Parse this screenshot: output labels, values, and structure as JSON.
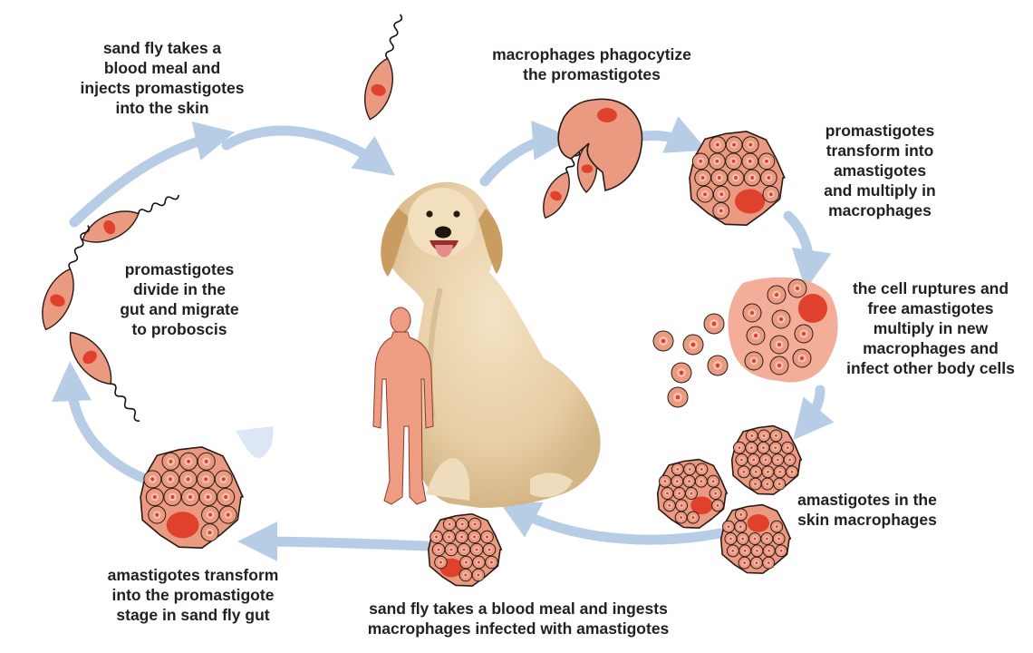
{
  "colors": {
    "arrow": "#b7cde6",
    "cell": "#eb9a82",
    "cell_stroke": "#2a1a14",
    "nucleus": "#e0412c",
    "ruptured_cell": "#f3ad98",
    "fly_body": "#f2b091",
    "fly_wing": "#f7c9b3",
    "human": "#ee9d82",
    "dog_fur": "#e9d2ad",
    "dog_shadow": "#d2b487",
    "label_text": "#231f20"
  },
  "icons": {
    "sand_fly": "sand-fly-icon",
    "promastigote": "promastigote-icon",
    "macrophage": "macrophage-icon",
    "amastigote": "amastigote-icon",
    "dog": "dog-illustration",
    "human": "human-silhouette-icon"
  },
  "labels": {
    "fly_meal_inject": [
      "sand fly takes a",
      "blood meal and",
      "injects promastigotes",
      "into the skin"
    ],
    "phagocytize": [
      "macrophages phagocytize",
      "the promastigotes"
    ],
    "transform_multiply": [
      "promastigotes",
      "transform into",
      "amastigotes",
      "and multiply in",
      "macrophages"
    ],
    "rupture": [
      "the cell ruptures and",
      "free amastigotes",
      "multiply in new",
      "macrophages and",
      "infect other body cells"
    ],
    "skin_macrophages": [
      "amastigotes in the",
      "skin macrophages"
    ],
    "fly_meal_ingest": [
      "sand fly takes a blood meal and ingests",
      "macrophages infected with amastigotes"
    ],
    "to_promastigote": [
      "amastigotes transform",
      "into the promastigote",
      "stage in sand fly gut"
    ],
    "divide_migrate": [
      "promastigotes",
      "divide in the",
      "gut and migrate",
      "to proboscis"
    ]
  }
}
